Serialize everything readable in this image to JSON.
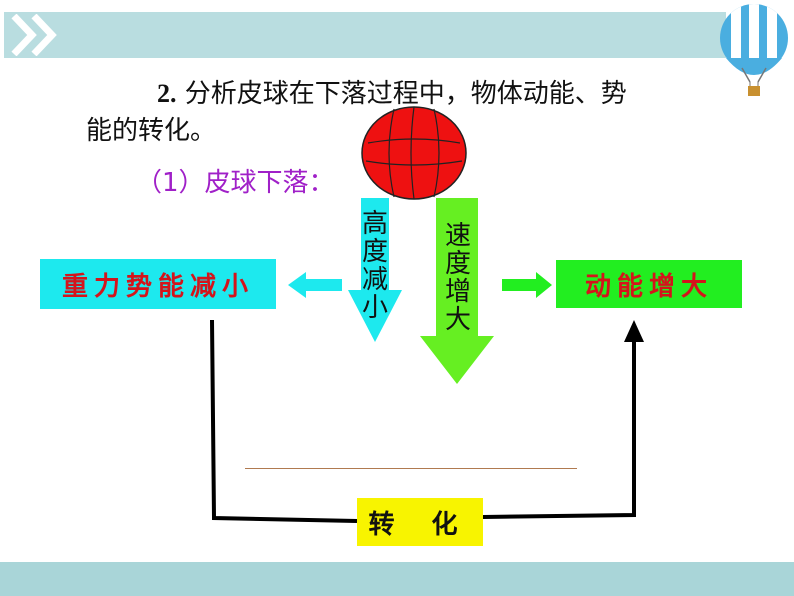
{
  "header": {
    "chevron_icon": "double-chevron-icon",
    "balloon_icon": "hot-air-balloon-icon"
  },
  "content": {
    "question_number": "2.",
    "question_text_1": "分析皮球在下落过程中，物体动能、势",
    "question_text_2": "能的转化。",
    "sub_heading": "（1）皮球下落："
  },
  "diagram": {
    "left_box": "重力势能减小",
    "right_box": "动能增大",
    "bottom_box": "转 化",
    "down_arrow_left_chars": [
      "高",
      "度",
      "减",
      "小"
    ],
    "down_arrow_right_chars": [
      "速",
      "度",
      "增",
      "大"
    ]
  },
  "colors": {
    "top_bar": "#b9dde0",
    "bottom_bar": "#a9d5d8",
    "cyan_box": "#1de9ee",
    "green_box": "#22ee20",
    "yellow_box": "#f8f400",
    "red_text": "#d4141b",
    "purple_text": "#a020c8",
    "ball": "#ee1111"
  }
}
